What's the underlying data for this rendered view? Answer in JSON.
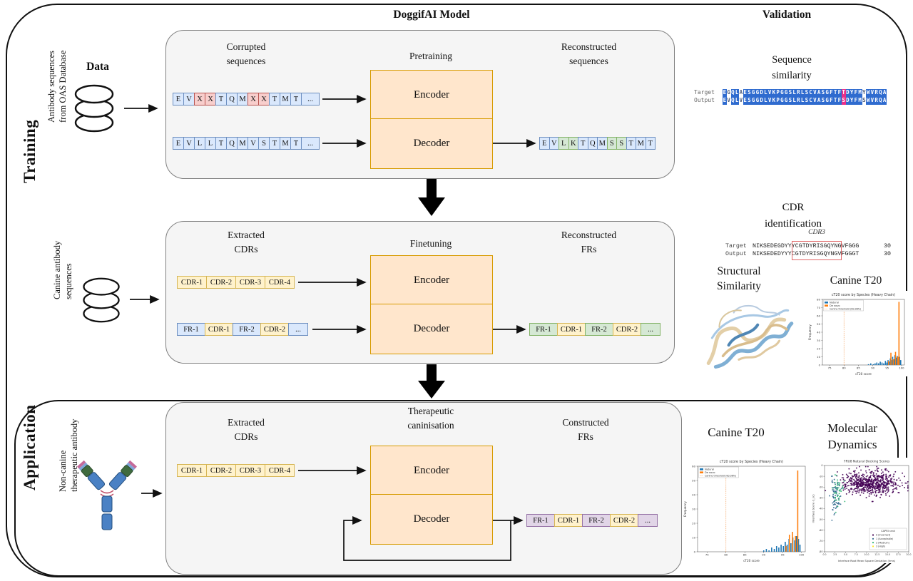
{
  "header": {
    "model": "DoggifAI Model",
    "validation": "Validation",
    "data": "Data"
  },
  "sections": {
    "training": "Training",
    "application": "Application"
  },
  "sources": {
    "oas": "Antibody sequences\nfrom OAS Database",
    "canine": "Canine antibody\nsequences",
    "noncanine": "Non-canine\ntherapeutic antibody"
  },
  "panels": {
    "pretraining": {
      "input_label": "Corrupted\nsequences",
      "stage_label": "Pretraining",
      "output_label": "Reconstructed\nsequences",
      "encoder": "Encoder",
      "decoder": "Decoder",
      "corrupted_tokens": [
        {
          "t": "E",
          "c": "blue"
        },
        {
          "t": "V",
          "c": "blue"
        },
        {
          "t": "X",
          "c": "red"
        },
        {
          "t": "X",
          "c": "red"
        },
        {
          "t": "T",
          "c": "blue"
        },
        {
          "t": "Q",
          "c": "blue"
        },
        {
          "t": "M",
          "c": "blue"
        },
        {
          "t": "X",
          "c": "red"
        },
        {
          "t": "X",
          "c": "red"
        },
        {
          "t": "T",
          "c": "blue"
        },
        {
          "t": "M",
          "c": "blue"
        },
        {
          "t": "T",
          "c": "blue"
        },
        {
          "t": "...",
          "c": "blue",
          "wide": true
        }
      ],
      "clean_tokens": [
        {
          "t": "E",
          "c": "blue"
        },
        {
          "t": "V",
          "c": "blue"
        },
        {
          "t": "L",
          "c": "blue"
        },
        {
          "t": "L",
          "c": "blue"
        },
        {
          "t": "T",
          "c": "blue"
        },
        {
          "t": "Q",
          "c": "blue"
        },
        {
          "t": "M",
          "c": "blue"
        },
        {
          "t": "V",
          "c": "blue"
        },
        {
          "t": "S",
          "c": "blue"
        },
        {
          "t": "T",
          "c": "blue"
        },
        {
          "t": "M",
          "c": "blue"
        },
        {
          "t": "T",
          "c": "blue"
        },
        {
          "t": "...",
          "c": "blue",
          "wide": true
        }
      ],
      "reconstructed_tokens": [
        {
          "t": "E",
          "c": "blue"
        },
        {
          "t": "V",
          "c": "blue"
        },
        {
          "t": "L",
          "c": "green"
        },
        {
          "t": "K",
          "c": "green"
        },
        {
          "t": "T",
          "c": "blue"
        },
        {
          "t": "Q",
          "c": "blue"
        },
        {
          "t": "M",
          "c": "blue"
        },
        {
          "t": "S",
          "c": "green"
        },
        {
          "t": "S",
          "c": "green"
        },
        {
          "t": "T",
          "c": "blue"
        },
        {
          "t": "M",
          "c": "blue"
        },
        {
          "t": "T",
          "c": "blue"
        }
      ]
    },
    "finetuning": {
      "input_label": "Extracted\nCDRs",
      "stage_label": "Finetuning",
      "output_label": "Reconstructed\nFRs",
      "encoder": "Encoder",
      "decoder": "Decoder",
      "cdr_tokens": [
        {
          "t": "CDR-1",
          "c": "yellow"
        },
        {
          "t": "CDR-2",
          "c": "yellow"
        },
        {
          "t": "CDR-3",
          "c": "yellow"
        },
        {
          "t": "CDR-4",
          "c": "yellow"
        }
      ],
      "mixed_tokens": [
        {
          "t": "FR-1",
          "c": "blue"
        },
        {
          "t": "CDR-1",
          "c": "yellow"
        },
        {
          "t": "FR-2",
          "c": "blue"
        },
        {
          "t": "CDR-2",
          "c": "yellow"
        },
        {
          "t": "...",
          "c": "blue",
          "wide": true
        }
      ],
      "output_tokens": [
        {
          "t": "FR-1",
          "c": "green"
        },
        {
          "t": "CDR-1",
          "c": "yellow"
        },
        {
          "t": "FR-2",
          "c": "green"
        },
        {
          "t": "CDR-2",
          "c": "yellow"
        },
        {
          "t": "...",
          "c": "green",
          "wide": true
        }
      ]
    },
    "caninisation": {
      "input_label": "Extracted\nCDRs",
      "stage_label": "Therapeutic\ncaninisation",
      "output_label": "Constructed\nFRs",
      "encoder": "Encoder",
      "decoder": "Decoder",
      "cdr_tokens": [
        {
          "t": "CDR-1",
          "c": "yellow"
        },
        {
          "t": "CDR-2",
          "c": "yellow"
        },
        {
          "t": "CDR-3",
          "c": "yellow"
        },
        {
          "t": "CDR-4",
          "c": "yellow"
        }
      ],
      "output_tokens": [
        {
          "t": "FR-1",
          "c": "purple"
        },
        {
          "t": "CDR-1",
          "c": "yellow"
        },
        {
          "t": "FR-2",
          "c": "purple"
        },
        {
          "t": "CDR-2",
          "c": "yellow"
        },
        {
          "t": "...",
          "c": "purple",
          "wide": true
        }
      ]
    }
  },
  "validation": {
    "seq_sim": {
      "title": "Sequence\nsimilarity",
      "rows": [
        {
          "label": "Target",
          "seq": "EGQLAESGGDLVKPGGSLRLSCVASGFTFTDYFMYWVRQA",
          "mask": "bwbbwbbbbbbbbbbbbbbbbbbbbbbbbmbbbbwbbbbb"
        },
        {
          "label": "Output",
          "seq": "EVQLVESGGDLVKPGGSLRLSCVASGFTFSDYFMSWVRQA",
          "mask": "bwbbwbbbbbbbbbbbbbbbbbbbbbbbbmbbbbwbbbbb"
        }
      ]
    },
    "cdr_id": {
      "title": "CDR\nidentification",
      "cdr3": "CDR3",
      "rows": [
        {
          "label": "Target",
          "seq": "NIKSEDEGDYYYCGTDYRISGQYNGVFGGG",
          "num": "30"
        },
        {
          "label": "Output",
          "seq": "NIKSEDEDYYYCGTDYRISGQYNGVFGGGT",
          "num": "30"
        }
      ]
    },
    "structural": {
      "title": "Structural\nSimilarity"
    },
    "t20_train": {
      "title": "Canine T20"
    },
    "t20_app": {
      "title": "Canine T20"
    },
    "md": {
      "title": "Molecular\nDynamics"
    }
  },
  "chart_data": [
    {
      "type": "histogram",
      "title": "cT20 score by Species (Heavy Chain)",
      "xlabel": "cT20 score",
      "ylabel": "Frequency",
      "xlim": [
        72.5,
        101
      ],
      "ylim": [
        0,
        80
      ],
      "xticks": [
        75,
        80,
        85,
        90,
        95,
        100
      ],
      "yticks": [
        0,
        10,
        20,
        30,
        40,
        50,
        60,
        70,
        80
      ],
      "threshold": {
        "x": 80,
        "label": "Canine threshold (80.06%)",
        "color": "#f4a261"
      },
      "series": [
        {
          "name": "Natural",
          "color": "#1f77b4",
          "bars": [
            [
              88.5,
              1
            ],
            [
              89.3,
              2
            ],
            [
              90.2,
              1
            ],
            [
              90.8,
              2
            ],
            [
              91.4,
              3
            ],
            [
              92,
              2
            ],
            [
              92.6,
              4
            ],
            [
              93.2,
              3
            ],
            [
              93.8,
              2
            ],
            [
              94.4,
              5
            ],
            [
              94.9,
              3
            ],
            [
              95.3,
              6
            ],
            [
              95.7,
              4
            ],
            [
              96.1,
              8
            ],
            [
              96.5,
              6
            ],
            [
              96.9,
              10
            ],
            [
              97.3,
              7
            ],
            [
              97.7,
              12
            ],
            [
              98.1,
              9
            ],
            [
              98.5,
              11
            ],
            [
              98.9,
              8
            ],
            [
              99.3,
              10
            ],
            [
              99.7,
              6
            ]
          ]
        },
        {
          "name": "De novo",
          "color": "#ff7f0e",
          "bars": [
            [
              95.5,
              5
            ],
            [
              96.3,
              15
            ],
            [
              97.1,
              7
            ],
            [
              97.9,
              16
            ],
            [
              98.7,
              10
            ],
            [
              99.1,
              77
            ]
          ]
        }
      ]
    },
    {
      "type": "histogram",
      "title": "cT20 score by Species (Heavy Chain)",
      "xlabel": "cT20 score",
      "ylabel": "Frequency",
      "xlim": [
        72.5,
        101
      ],
      "ylim": [
        0,
        60
      ],
      "xticks": [
        75,
        80,
        85,
        90,
        95,
        100
      ],
      "yticks": [
        0,
        10,
        20,
        30,
        40,
        50,
        60
      ],
      "threshold": {
        "x": 80,
        "label": "Canine threshold (80.06%)",
        "color": "#f4a261"
      },
      "series": [
        {
          "name": "Natural",
          "color": "#1f77b4",
          "bars": [
            [
              90,
              1
            ],
            [
              90.7,
              2
            ],
            [
              91.4,
              1
            ],
            [
              92.1,
              3
            ],
            [
              92.8,
              2
            ],
            [
              93.4,
              4
            ],
            [
              94,
              3
            ],
            [
              94.6,
              5
            ],
            [
              95.2,
              4
            ],
            [
              95.7,
              7
            ],
            [
              96.2,
              5
            ],
            [
              96.7,
              9
            ],
            [
              97.2,
              6
            ],
            [
              97.7,
              10
            ],
            [
              98.2,
              8
            ],
            [
              98.7,
              11
            ],
            [
              99.2,
              9
            ],
            [
              99.6,
              5
            ]
          ]
        },
        {
          "name": "De novo",
          "color": "#ff7f0e",
          "bars": [
            [
              95.9,
              4
            ],
            [
              96.8,
              12
            ],
            [
              97.6,
              14
            ],
            [
              98.4,
              11
            ],
            [
              99,
              57
            ]
          ]
        }
      ]
    },
    {
      "type": "scatter",
      "title": "7RU8 Natural Docking Scores",
      "xlabel": "Interface Root Mean Square Deviation (Irms)",
      "ylabel": "Interface Score (I_sc)",
      "xlim": [
        0,
        20
      ],
      "ylim": [
        -80,
        0
      ],
      "xticks": [
        0,
        2.5,
        5,
        7.5,
        10,
        12.5,
        15,
        17.5,
        20
      ],
      "yticks": [
        0,
        -10,
        -20,
        -30,
        -40,
        -50,
        -60,
        -70,
        -80
      ],
      "legend": {
        "title": "CAPRI rank",
        "entries": [
          {
            "label": "0 (Incorrect)",
            "color": "#440154"
          },
          {
            "label": "1 (Acceptable)",
            "color": "#31688e"
          },
          {
            "label": "2 (Medium)",
            "color": "#35b779"
          },
          {
            "label": "3 (High)",
            "color": "#fde725"
          }
        ]
      },
      "clusters": [
        {
          "n": 650,
          "cx": 11,
          "cy": -16,
          "sx": 3.1,
          "sy": 5.5,
          "color": "#440154",
          "seed": 7
        },
        {
          "n": 70,
          "cx": 2.6,
          "cy": -28,
          "sx": 0.6,
          "sy": 8,
          "color": "#31688e",
          "seed": 11
        },
        {
          "n": 40,
          "cx": 3.0,
          "cy": -24,
          "sx": 0.7,
          "sy": 7,
          "color": "#35b779",
          "seed": 13
        }
      ]
    }
  ],
  "colors": {
    "token_blue": "#dae8fc",
    "token_red": "#f8cecc",
    "token_yellow": "#fff2cc",
    "token_green": "#d5e8d4",
    "token_purple": "#e1d5e7",
    "block_orange": "#ffe6cc",
    "align_blue": "#2f6bcf",
    "align_magenta": "#e8308a"
  }
}
